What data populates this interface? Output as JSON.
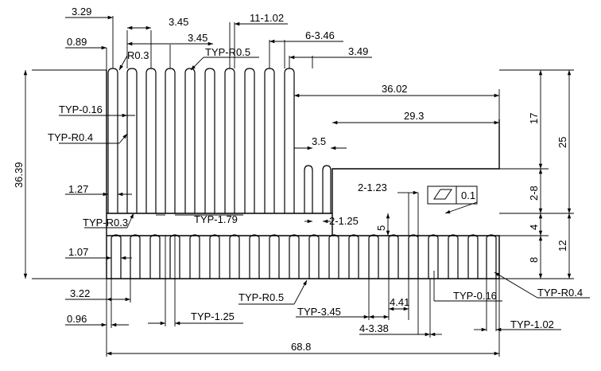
{
  "drawing": {
    "top_dims": {
      "d_3_29": "3.29",
      "d_3_45_a": "3.45",
      "d_11_1_02": "11-1.02",
      "d_0_89": "0.89",
      "d_3_45_b": "3.45",
      "d_6_3_46": "6-3.46",
      "d_r0_3": "R0.3",
      "d_typ_r0_5_top": "TYP-R0.5",
      "d_3_49": "3.49"
    },
    "left_dims": {
      "d_typ_0_16_left": "TYP-0.16",
      "d_typ_r0_4_left": "TYP-R0.4",
      "d_36_39": "36.39",
      "d_1_27": "1.27",
      "d_typ_r0_3": "TYP-R0.3",
      "d_1_07": "1.07",
      "d_3_22": "3.22",
      "d_0_96": "0.96"
    },
    "right_dims": {
      "d_36_02": "36.02",
      "d_29_3": "29.3",
      "d_3_5": "3.5",
      "d_17": "17",
      "d_25": "25",
      "d_2_8": "2-8",
      "d_2_1_23": "2-1.23",
      "d_flatness_value": "0.1",
      "d_4": "4",
      "d_12": "12",
      "d_8": "8",
      "d_5": "5",
      "d_2_1_25": "2-1.25",
      "d_typ_r0_4_right": "TYP-R0.4"
    },
    "mid_dims": {
      "d_typ_1_79": "TYP-1.79"
    },
    "bottom_dims": {
      "d_typ_r0_5_bottom": "TYP-R0.5",
      "d_4_41": "4.41",
      "d_typ_0_16_right": "TYP-0.16",
      "d_typ_3_45": "TYP-3.45",
      "d_typ_1_25": "TYP-1.25",
      "d_4_3_38": "4-3.38",
      "d_typ_1_02": "TYP-1.02",
      "d_68_8": "68.8"
    }
  }
}
